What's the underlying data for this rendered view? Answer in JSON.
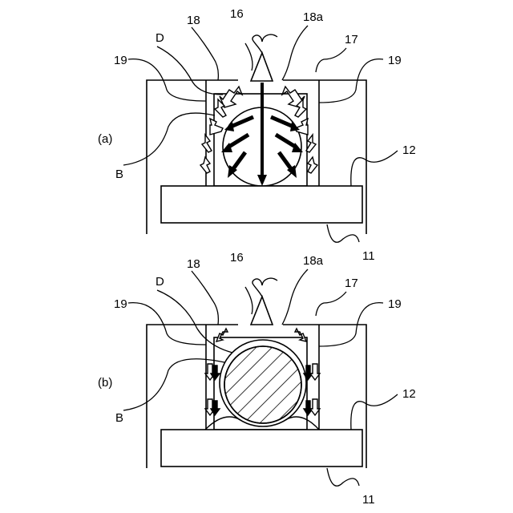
{
  "panels": [
    {
      "panel_label": "(a)",
      "labels": {
        "r16": "16",
        "r18": "18",
        "r18a": "18a",
        "r17": "17",
        "rD": "D",
        "r19l": "19",
        "r19r": "19",
        "rB": "B",
        "r12": "12",
        "r11": "11"
      }
    },
    {
      "panel_label": "(b)",
      "labels": {
        "r16": "16",
        "r18": "18",
        "r18a": "18a",
        "r17": "17",
        "rD": "D",
        "r19l": "19",
        "r19r": "19",
        "rB": "B",
        "r12": "12",
        "r11": "11"
      }
    }
  ],
  "colors": {
    "line": "#000000",
    "fill": "#ffffff"
  }
}
